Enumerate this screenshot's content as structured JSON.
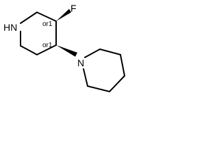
{
  "molecule": {
    "atom_labels": {
      "ring_nitrogen": "HN",
      "fluorine": "F",
      "piperidine_nitrogen": "N"
    },
    "stereo_tags": {
      "c3": "or1",
      "c4": "or1"
    }
  }
}
